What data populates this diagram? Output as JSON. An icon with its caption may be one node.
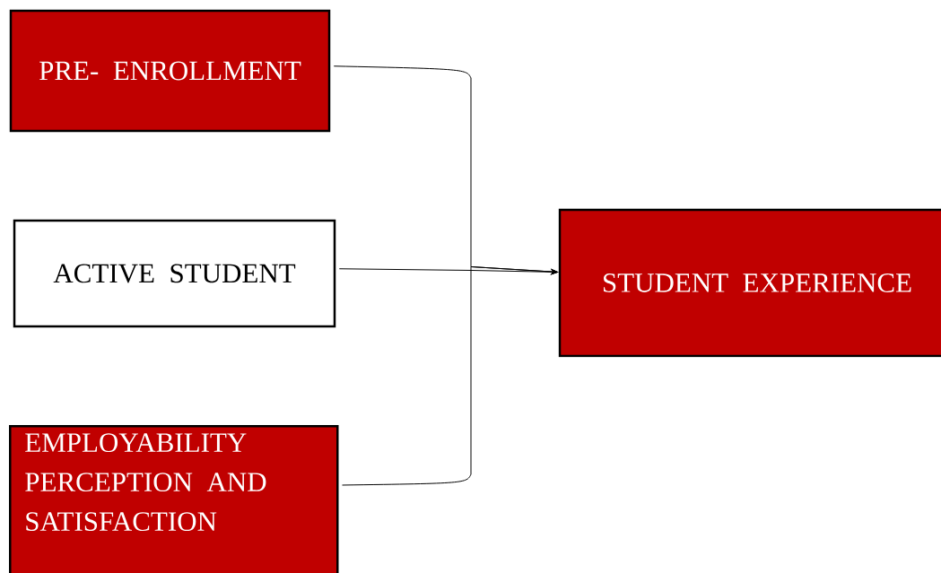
{
  "diagram": {
    "nodes": [
      {
        "text": [
          "PRE- ENROLLMENT"
        ]
      },
      {
        "text": [
          "ACTIVE STUDENT"
        ]
      },
      {
        "text": [
          "EMPLOYABILITY PERCEPTION AND SATISFACTION"
        ]
      },
      {
        "text": [
          "STUDENT EXPERIENCE"
        ]
      }
    ],
    "edges": [
      {
        "from": 0,
        "to": 3,
        "arrow": "to"
      },
      {
        "from": 1,
        "to": 3,
        "arrow": "to"
      },
      {
        "from": 2,
        "to": 3,
        "arrow": "to"
      }
    ]
  }
}
